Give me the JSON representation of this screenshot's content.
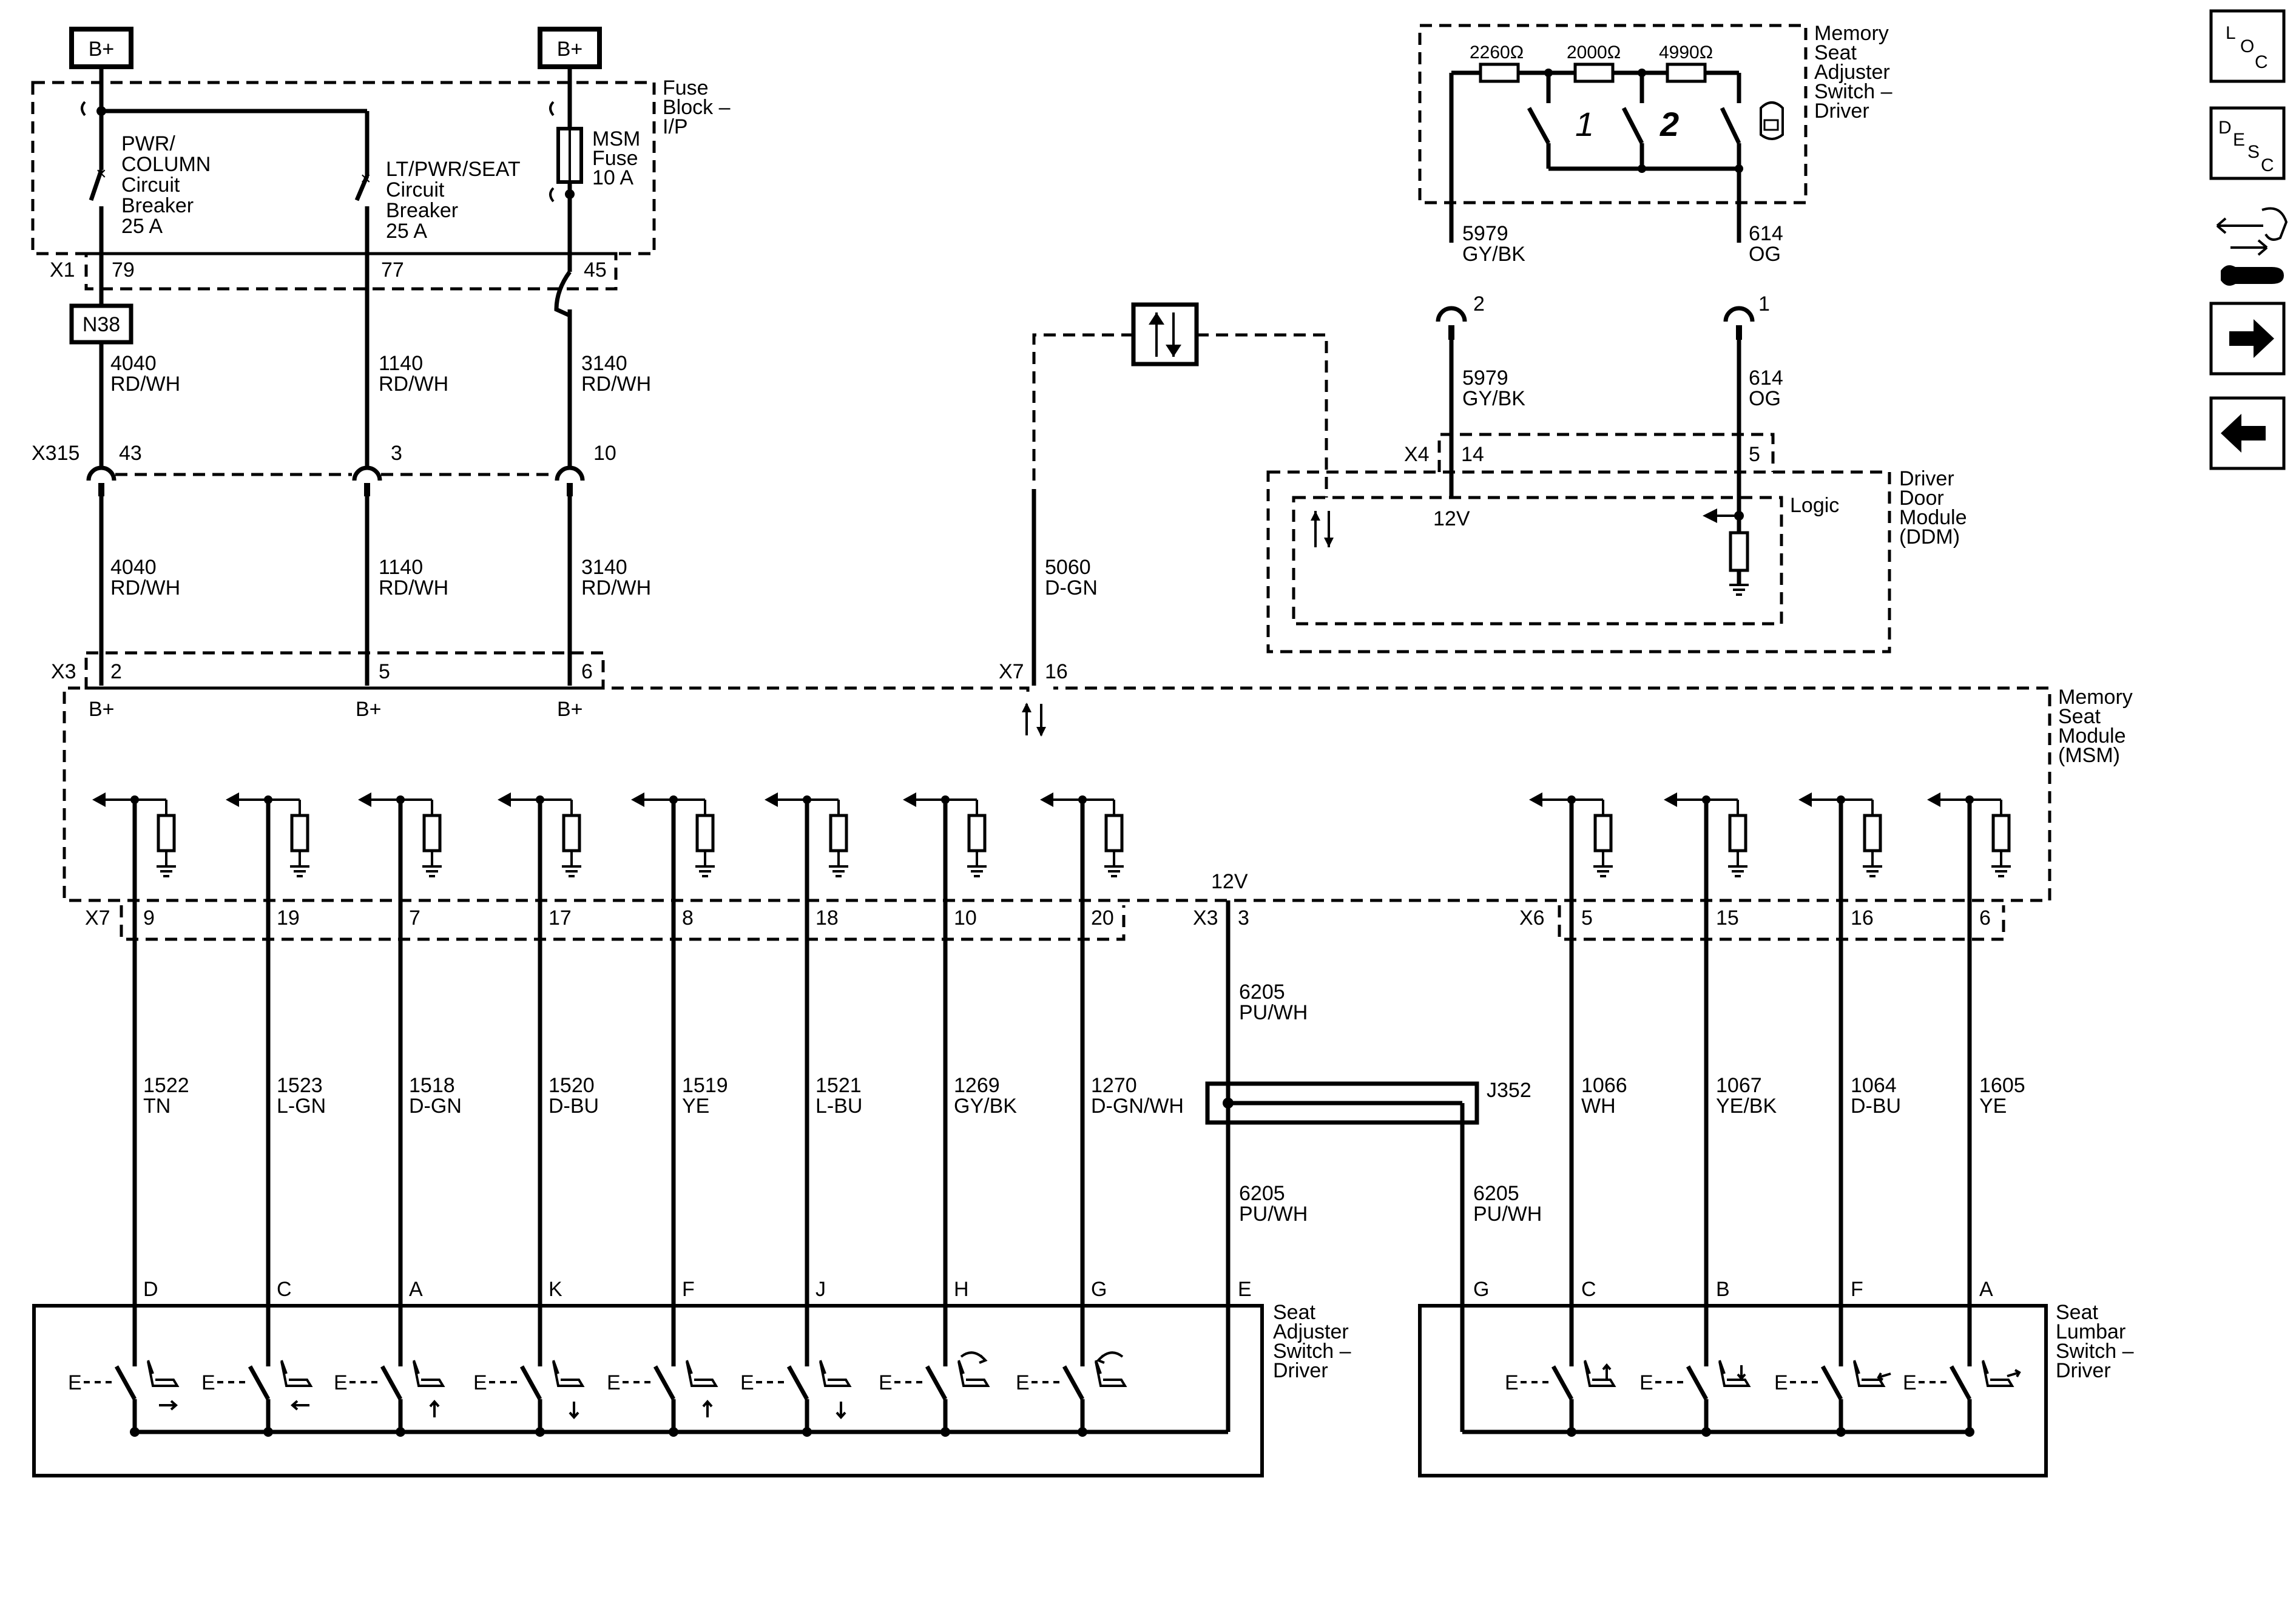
{
  "power": {
    "b_plus_1": "B+",
    "b_plus_2": "B+"
  },
  "fuse_block": {
    "title": [
      "Fuse",
      "Block –",
      "I/P"
    ],
    "pwr_column": [
      "PWR/",
      "COLUMN",
      "Circuit",
      "Breaker",
      "25 A"
    ],
    "lt_pwr_seat": [
      "LT/PWR/SEAT",
      "Circuit",
      "Breaker",
      "25 A"
    ],
    "msm_fuse": [
      "MSM",
      "Fuse",
      "10 A"
    ],
    "x1": "X1",
    "x1_pins": [
      "79",
      "77",
      "45"
    ]
  },
  "n38": "N38",
  "wires_upper": [
    {
      "num": "4040",
      "color": "RD/WH"
    },
    {
      "num": "1140",
      "color": "RD/WH"
    },
    {
      "num": "3140",
      "color": "RD/WH"
    }
  ],
  "x315": {
    "label": "X315",
    "pins": [
      "43",
      "3",
      "10"
    ]
  },
  "wires_lower": [
    {
      "num": "4040",
      "color": "RD/WH"
    },
    {
      "num": "1140",
      "color": "RD/WH"
    },
    {
      "num": "3140",
      "color": "RD/WH"
    }
  ],
  "x3_top": {
    "label": "X3",
    "pins": [
      "2",
      "5",
      "6"
    ],
    "bplus": "B+"
  },
  "x7_top": {
    "label": "X7",
    "pin": "16",
    "wire_num": "5060",
    "wire_color": "D-GN"
  },
  "msm": {
    "title": [
      "Memory",
      "Seat",
      "Module",
      "(MSM)"
    ],
    "v12": "12V"
  },
  "memory_switch": {
    "title": [
      "Memory",
      "Seat",
      "Adjuster",
      "Switch –",
      "Driver"
    ],
    "resistors": [
      "2260Ω",
      "2000Ω",
      "4990Ω"
    ],
    "buttons": [
      "1",
      "2"
    ]
  },
  "ddm_wires_upper": [
    {
      "num": "5979",
      "color": "GY/BK",
      "pin": "2"
    },
    {
      "num": "614",
      "color": "OG",
      "pin": "1"
    }
  ],
  "ddm_wires_lower": [
    {
      "num": "5979",
      "color": "GY/BK"
    },
    {
      "num": "614",
      "color": "OG"
    }
  ],
  "ddm": {
    "title": [
      "Driver",
      "Door",
      "Module",
      "(DDM)"
    ],
    "x4": "X4",
    "pins": [
      "14",
      "5"
    ],
    "v12": "12V",
    "logic": "Logic"
  },
  "x7_bottom": {
    "label": "X7",
    "pins": [
      "9",
      "19",
      "7",
      "17",
      "8",
      "18",
      "10",
      "20"
    ],
    "wires": [
      {
        "num": "1522",
        "color": "TN"
      },
      {
        "num": "1523",
        "color": "L-GN"
      },
      {
        "num": "1518",
        "color": "D-GN"
      },
      {
        "num": "1520",
        "color": "D-BU"
      },
      {
        "num": "1519",
        "color": "YE"
      },
      {
        "num": "1521",
        "color": "L-BU"
      },
      {
        "num": "1269",
        "color": "GY/BK"
      },
      {
        "num": "1270",
        "color": "D-GN/WH"
      }
    ],
    "switch_pins": [
      "D",
      "C",
      "A",
      "K",
      "F",
      "J",
      "H",
      "G"
    ]
  },
  "x3_bottom": {
    "label": "X3",
    "pin": "3",
    "wire1_num": "6205",
    "wire1_color": "PU/WH",
    "wire2_num": "6205",
    "wire2_color": "PU/WH",
    "wire3_num": "6205",
    "wire3_color": "PU/WH",
    "switch_pin": "E"
  },
  "j352": "J352",
  "x6": {
    "label": "X6",
    "pins": [
      "5",
      "15",
      "16",
      "6"
    ],
    "wires": [
      {
        "num": "1066",
        "color": "WH"
      },
      {
        "num": "1067",
        "color": "YE/BK"
      },
      {
        "num": "1064",
        "color": "D-BU"
      },
      {
        "num": "1605",
        "color": "YE"
      }
    ],
    "switch_pins": [
      "C",
      "B",
      "F",
      "A"
    ]
  },
  "lumbar_g": "G",
  "seat_adjuster": {
    "title": [
      "Seat",
      "Adjuster",
      "Switch –",
      "Driver"
    ]
  },
  "seat_lumbar": {
    "title": [
      "Seat",
      "Lumbar",
      "Switch –",
      "Driver"
    ]
  },
  "switch_e": "E",
  "nav": {
    "loc": {
      "L": "L",
      "O": "O",
      "C": "C"
    },
    "desc": {
      "D": "D",
      "E": "E",
      "S": "S",
      "C": "C"
    }
  }
}
